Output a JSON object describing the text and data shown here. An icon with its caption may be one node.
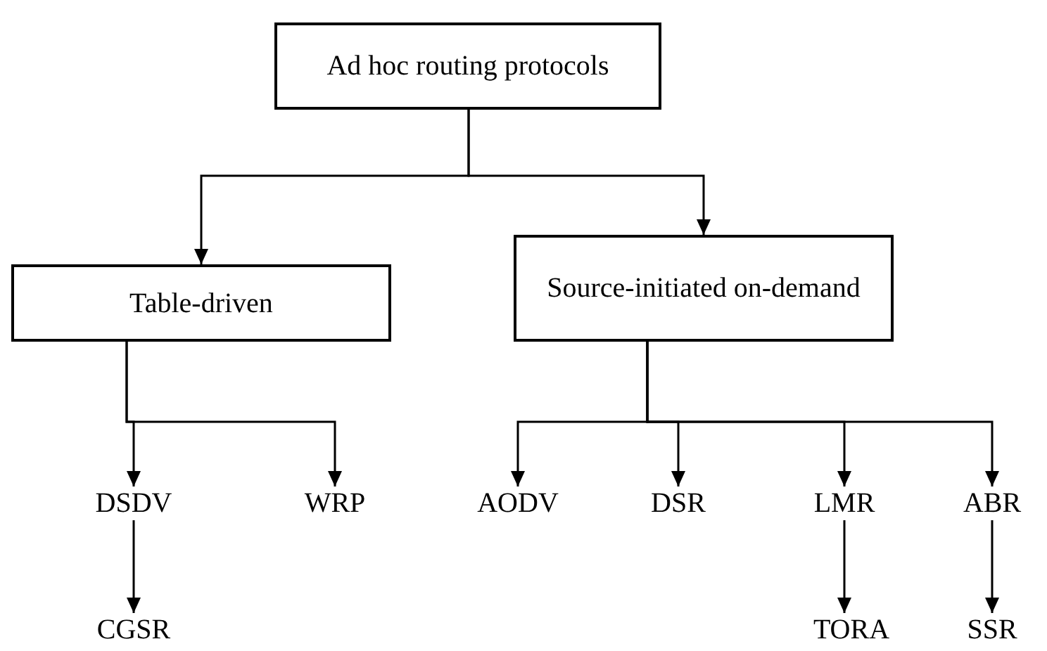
{
  "diagram": {
    "nodes": [
      {
        "text": [
          "Ad hoc routing protocols"
        ]
      },
      {
        "text": [
          "Table-driven"
        ]
      },
      {
        "text": [
          "Source-initiated on-demand"
        ]
      },
      {
        "text": [
          "DSDV"
        ]
      },
      {
        "text": [
          "WRP"
        ]
      },
      {
        "text": [
          "CGSR"
        ]
      },
      {
        "text": [
          "AODV"
        ]
      },
      {
        "text": [
          "DSR"
        ]
      },
      {
        "text": [
          "LMR"
        ]
      },
      {
        "text": [
          "TORA"
        ]
      },
      {
        "text": [
          "ABR"
        ]
      },
      {
        "text": [
          "SSR"
        ]
      }
    ],
    "edges": [
      {
        "from": 0,
        "to": 1,
        "arrow": "to"
      },
      {
        "from": 0,
        "to": 2,
        "arrow": "to"
      },
      {
        "from": 1,
        "to": 3,
        "arrow": "to"
      },
      {
        "from": 1,
        "to": 4,
        "arrow": "to"
      },
      {
        "from": 3,
        "to": 5,
        "arrow": "to"
      },
      {
        "from": 2,
        "to": 6,
        "arrow": "to"
      },
      {
        "from": 2,
        "to": 7,
        "arrow": "to"
      },
      {
        "from": 2,
        "to": 8,
        "arrow": "to"
      },
      {
        "from": 8,
        "to": 9,
        "arrow": "to"
      },
      {
        "from": 2,
        "to": 10,
        "arrow": "to"
      },
      {
        "from": 10,
        "to": 11,
        "arrow": "to"
      }
    ]
  }
}
